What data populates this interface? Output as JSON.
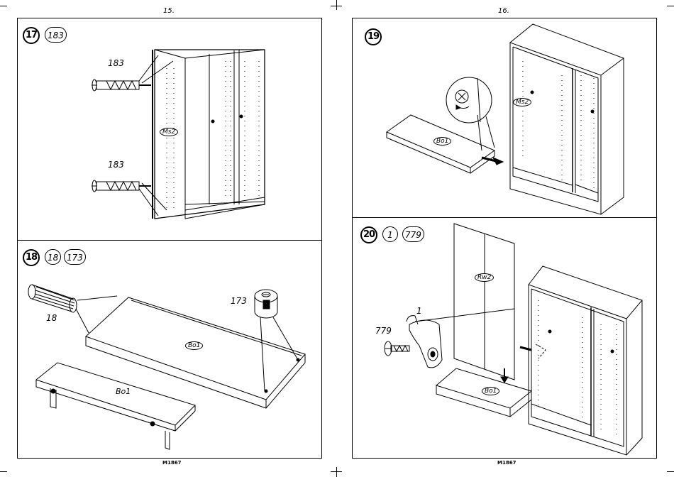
{
  "pages": {
    "left": {
      "number": "15.",
      "footer": "M1867"
    },
    "right": {
      "number": "16.",
      "footer": "M1867"
    }
  },
  "steps": {
    "s17": {
      "step": "17",
      "parts": [
        "183"
      ],
      "labels": {
        "top_screw": "183",
        "bottom_screw": "183",
        "side_panel": "Ms2"
      }
    },
    "s18": {
      "step": "18",
      "parts": [
        "18",
        "173"
      ],
      "labels": {
        "dowel": "18",
        "cam": "173",
        "shelf_top": "Bo1",
        "shelf_bottom": "Bo1"
      }
    },
    "s19": {
      "step": "19",
      "parts": [],
      "labels": {
        "shelf": "Bo1",
        "side_panel": "Ms2"
      }
    },
    "s20": {
      "step": "20",
      "parts": [
        "1",
        "779"
      ],
      "labels": {
        "bracket": "1",
        "screw": "779",
        "back_panel": "Rw2",
        "shelf": "Bo1"
      }
    }
  },
  "colors": {
    "line": "#000000",
    "background": "#ffffff"
  }
}
